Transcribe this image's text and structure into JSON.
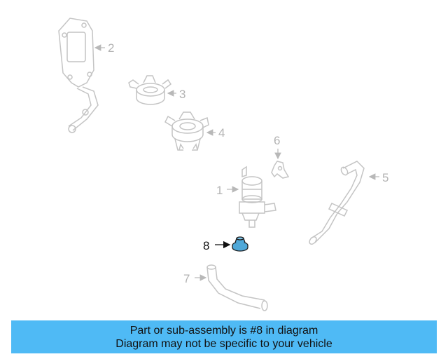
{
  "colors": {
    "part_outline": "#c4c4c4",
    "highlight_fill": "#4fa8d8",
    "highlight_outline": "#1a1a1a",
    "banner_bg": "#4fbaf5"
  },
  "parts": [
    {
      "number": "2",
      "name": "bracket"
    },
    {
      "number": "3",
      "name": "clamp"
    },
    {
      "number": "4",
      "name": "bracket-clamp"
    },
    {
      "number": "6",
      "name": "clip"
    },
    {
      "number": "5",
      "name": "hose"
    },
    {
      "number": "1",
      "name": "pump"
    },
    {
      "number": "8",
      "name": "grommet",
      "highlighted": true
    },
    {
      "number": "7",
      "name": "hose"
    }
  ],
  "banner": {
    "line1": "Part or sub-assembly is #8 in diagram",
    "line2": "Diagram may not be specific to your vehicle"
  }
}
